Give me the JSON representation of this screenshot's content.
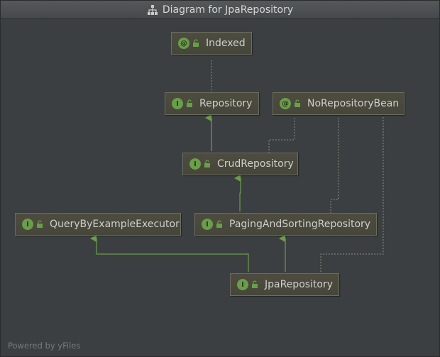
{
  "window": {
    "title": "Diagram for JpaRepository",
    "title_icon": "class-hierarchy-icon"
  },
  "nodes": {
    "indexed": {
      "label": "Indexed",
      "kind": "annotation",
      "badge": "@"
    },
    "repository": {
      "label": "Repository",
      "kind": "interface",
      "badge": "I"
    },
    "norepositorybean": {
      "label": "NoRepositoryBean",
      "kind": "annotation",
      "badge": "@"
    },
    "crudrepository": {
      "label": "CrudRepository",
      "kind": "interface",
      "badge": "I"
    },
    "querybyexampleexecutor": {
      "label": "QueryByExampleExecutor",
      "kind": "interface",
      "badge": "I"
    },
    "pagingandsortingrepository": {
      "label": "PagingAndSortingRepository",
      "kind": "interface",
      "badge": "I"
    },
    "jparepository": {
      "label": "JpaRepository",
      "kind": "interface",
      "badge": "I"
    }
  },
  "colors": {
    "background": "#3c3f41",
    "node_fill": "#4b4a3e",
    "extends_edge": "#6a9e4a",
    "annotation_edge": "#8c8d7a",
    "badge": "#6a9e4a"
  },
  "footer": {
    "text": "Powered by yFiles"
  }
}
